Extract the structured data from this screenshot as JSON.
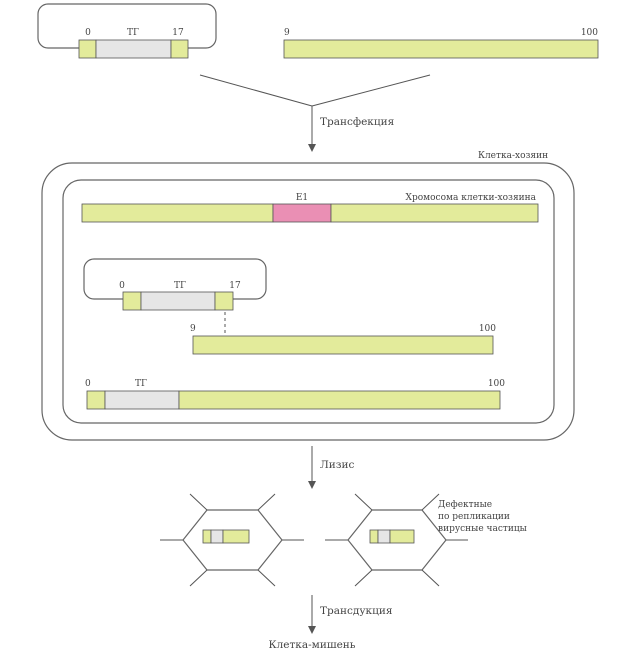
{
  "colors": {
    "viral_dna": "#e3eb9b",
    "transgene": "#e6e6e6",
    "e1_region": "#ea8fb4",
    "outline": "#555555"
  },
  "labels": {
    "transfection": "Трансфекция",
    "host_cell": "Клетка-хозяин",
    "host_chromosome": "Хромосома клетки-хозяина",
    "e1": "E1",
    "lysis": "Лизис",
    "defective_particles": [
      "Дефектные",
      "по репликации",
      "вирусные частицы"
    ],
    "transduction": "Трансдукция",
    "target_cell": "Клетка-мишень"
  },
  "plasmid": {
    "left": "0",
    "tg": "ТГ",
    "right": "17"
  },
  "adeno_fragment": {
    "left": "9",
    "right": "100"
  },
  "recombinant": {
    "left": "0",
    "tg": "ТГ",
    "right": "100"
  }
}
